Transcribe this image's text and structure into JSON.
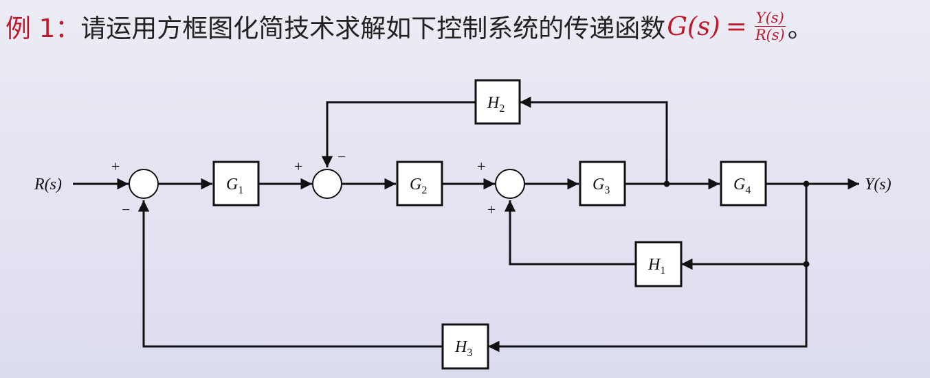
{
  "title": {
    "example_label": "例 1：",
    "text": "请运用方框图化简技术求解如下控制系统的传递函数",
    "formula_lhs": "G(s)",
    "formula_eq": "=",
    "formula_num": "Y(s)",
    "formula_den": "R(s)",
    "end_punct": "。"
  },
  "diagram": {
    "input_label": "R(s)",
    "output_label": "Y(s)",
    "blocks": [
      {
        "id": "G1",
        "letter": "G",
        "sub": "1"
      },
      {
        "id": "G2",
        "letter": "G",
        "sub": "2"
      },
      {
        "id": "G3",
        "letter": "G",
        "sub": "3"
      },
      {
        "id": "G4",
        "letter": "G",
        "sub": "4"
      },
      {
        "id": "H1",
        "letter": "H",
        "sub": "1"
      },
      {
        "id": "H2",
        "letter": "H",
        "sub": "2"
      },
      {
        "id": "H3",
        "letter": "H",
        "sub": "3"
      }
    ],
    "signs": {
      "sum1_input": "+",
      "sum1_feedback": "−",
      "sum2_input": "+",
      "sum2_feedback": "−",
      "sum3_input": "+",
      "sum3_feedback": "+"
    }
  }
}
